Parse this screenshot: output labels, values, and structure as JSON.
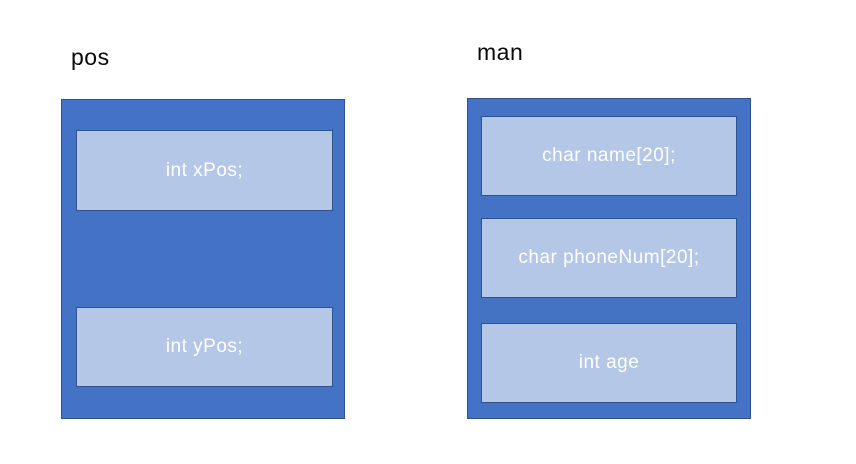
{
  "colors": {
    "outer_fill": "#4472C4",
    "inner_fill": "#B4C7E7",
    "border": "#2F528F",
    "field_text": "#FFFFFF",
    "label_text": "#0A0A0A",
    "background": "#FFFFFF"
  },
  "structs": [
    {
      "name": "pos",
      "fields": [
        "int xPos;",
        "int yPos;"
      ]
    },
    {
      "name": "man",
      "fields": [
        "char name[20];",
        "char phoneNum[20];",
        "int age"
      ]
    }
  ]
}
